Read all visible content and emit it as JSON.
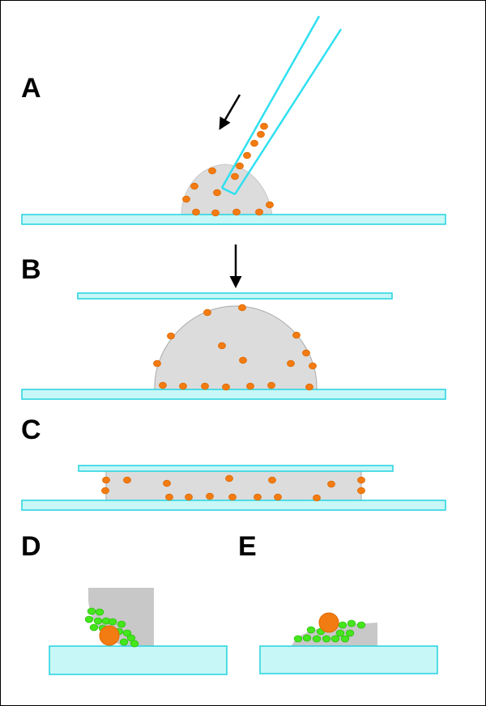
{
  "panels": [
    {
      "id": "A",
      "label": "A"
    },
    {
      "id": "B",
      "label": "B"
    },
    {
      "id": "C",
      "label": "C"
    },
    {
      "id": "D",
      "label": "D"
    },
    {
      "id": "E",
      "label": "E"
    }
  ],
  "colors": {
    "glass_fill": "#c8f7f7",
    "glass_stroke": "#22d3e0",
    "pipette": "#2fe0f0",
    "medium": "#dcdcdc",
    "medium_stroke": "#aaaaaa",
    "cell": "#f27b12",
    "cell_stroke": "#e06a00",
    "bead": "#44e61c",
    "bead_stroke": "#2fbf10",
    "arrow": "#000000"
  }
}
